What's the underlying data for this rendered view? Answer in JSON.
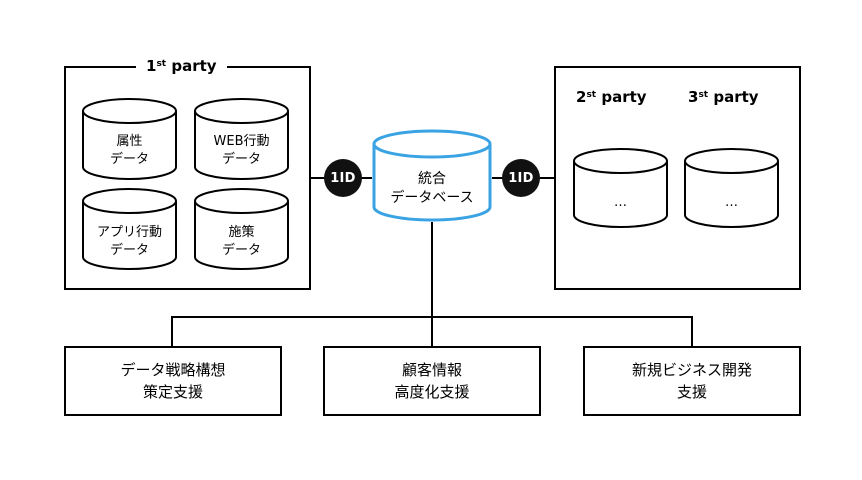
{
  "first_party": {
    "title_main": "1",
    "title_sup": "st",
    "title_rest": " party",
    "databases": [
      {
        "label": "属性\nデータ"
      },
      {
        "label": "WEB行動\nデータ"
      },
      {
        "label": "アプリ行動\nデータ"
      },
      {
        "label": "施策\nデータ"
      }
    ]
  },
  "integrated_db": {
    "label": "統合\nデータベース",
    "color": "#3aa3e3"
  },
  "id_badges": [
    {
      "label": "1ID"
    },
    {
      "label": "1ID"
    }
  ],
  "other_parties": {
    "second": {
      "main": "2",
      "sup": "st",
      "rest": " party"
    },
    "third": {
      "main": "3",
      "sup": "st",
      "rest": " party"
    },
    "databases": [
      {
        "label": "…"
      },
      {
        "label": "…"
      }
    ]
  },
  "support_boxes": [
    {
      "label": "データ戦略構想\n策定支援"
    },
    {
      "label": "顧客情報\n高度化支援"
    },
    {
      "label": "新規ビジネス開発\n支援"
    }
  ]
}
